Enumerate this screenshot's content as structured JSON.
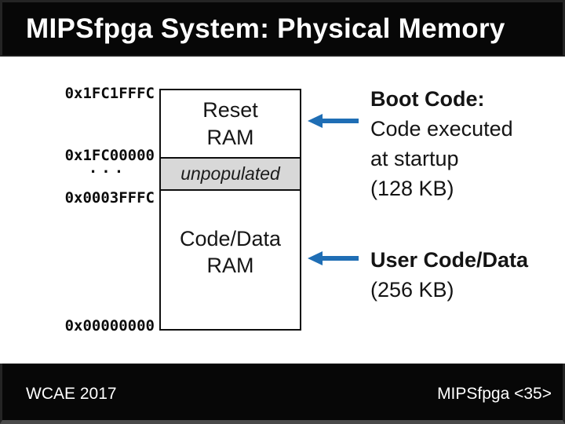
{
  "title": "MIPSfpga System: Physical Memory",
  "memory_map": {
    "addresses": [
      "0x1FC1FFFC",
      "0x1FC00000",
      "...",
      "0x0003FFFC",
      "0x00000000"
    ],
    "regions": [
      {
        "name": "Reset RAM",
        "lines": [
          "Reset",
          "RAM"
        ],
        "fill": "#FFFFFF"
      },
      {
        "name": "unpopulated",
        "lines": [
          "unpopulated"
        ],
        "fill": "#D8D8D8"
      },
      {
        "name": "Code/Data RAM",
        "lines": [
          "Code/Data",
          "RAM"
        ],
        "fill": "#FFFFFF"
      }
    ]
  },
  "annotations": [
    {
      "heading": "Boot Code:",
      "lines": [
        "Code executed",
        "at startup",
        "(128 KB)"
      ]
    },
    {
      "heading": "User Code/Data",
      "lines": [
        "(256 KB)"
      ]
    }
  ],
  "footer": {
    "left": "WCAE 2017",
    "right": "MIPSfpga <35>"
  },
  "colors": {
    "arrow": "#1F6EB5",
    "unpopulated_fill": "#D8D8D8",
    "title_bar_bg": "#070707",
    "footer_bg": "#070707",
    "text": "#141414"
  }
}
